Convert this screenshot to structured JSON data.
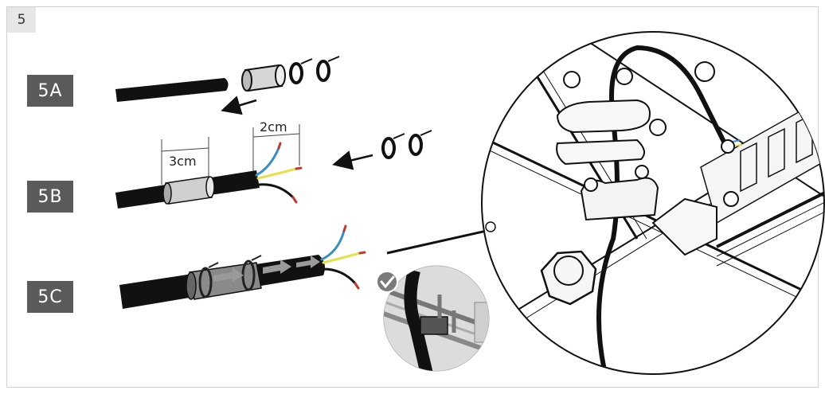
{
  "step_number": "5",
  "badges": {
    "a": "5A",
    "b": "5B",
    "c": "5C"
  },
  "dimensions": {
    "sleeve_length": "3cm",
    "strip_length": "2cm"
  },
  "colors": {
    "badge_bg": "#5a5a5a",
    "cable": "#111111",
    "wire_blue": "#3a8fc0",
    "wire_yellow": "#e6e04a",
    "wire_red_tip": "#c0392b",
    "check_badge": "#7a7a7a"
  },
  "icons": [
    "check-icon"
  ]
}
